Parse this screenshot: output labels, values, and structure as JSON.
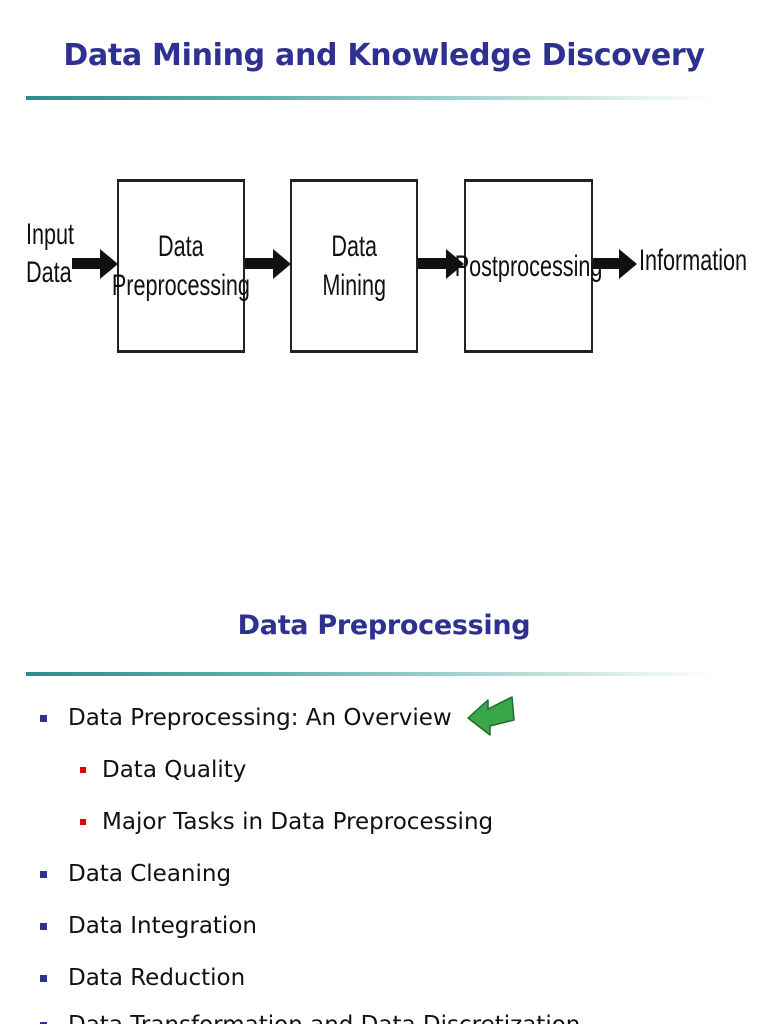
{
  "slide1": {
    "title": "Data Mining and Knowledge Discovery",
    "diagram": {
      "input_line1": "Input",
      "input_line2": "Data",
      "box1_line1": "Data",
      "box1_line2": "Preprocessing",
      "box2_line1": "Data",
      "box2_line2": "Mining",
      "box3": "Postprocessing",
      "output": "Information"
    }
  },
  "slide2": {
    "title": "Data Preprocessing",
    "items": [
      {
        "label": "Data Preprocessing: An Overview",
        "level": 1
      },
      {
        "label": "Data Quality",
        "level": 2
      },
      {
        "label": "Major Tasks in Data Preprocessing",
        "level": 2
      },
      {
        "label": "Data Cleaning",
        "level": 1
      },
      {
        "label": "Data Integration",
        "level": 1
      },
      {
        "label": "Data Reduction",
        "level": 1
      },
      {
        "label": "Data Transformation and Data Discretization",
        "level": 1
      }
    ],
    "colors": {
      "title": "#2e3192",
      "bullet_l1": "#2e3192",
      "bullet_l2": "#e3000f",
      "pointer": "#3aa64a"
    }
  }
}
